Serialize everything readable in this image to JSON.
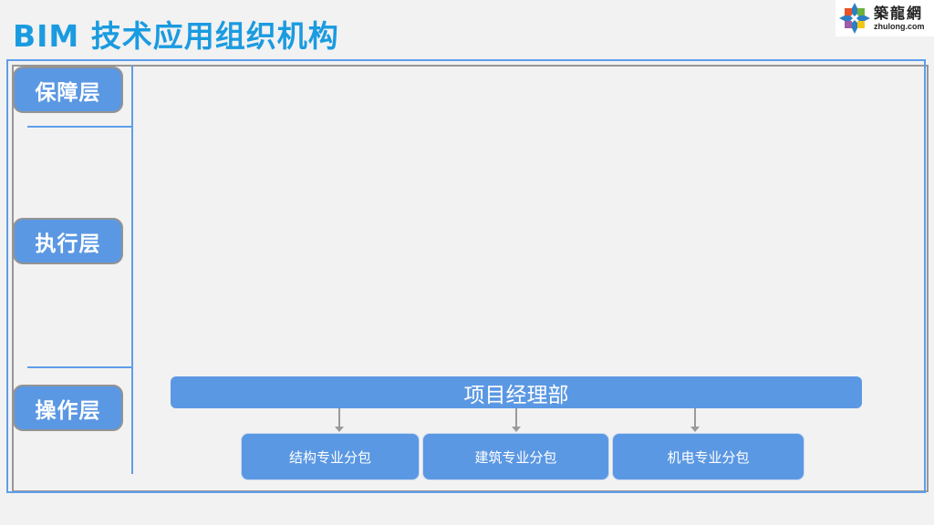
{
  "title": "BIM 技术应用组织机构",
  "logo": {
    "name_cn": "築龍網",
    "name_en": "zhulong.com",
    "colors": [
      "#e8522a",
      "#2d7fc1",
      "#f3c614",
      "#6bb23c",
      "#9b5ea8"
    ]
  },
  "layers": [
    {
      "label": "保障层"
    },
    {
      "label": "执行层"
    },
    {
      "label": "操作层"
    }
  ],
  "org": {
    "root": "项目经理部",
    "children": [
      {
        "label": "结构专业分包"
      },
      {
        "label": "建筑专业分包"
      },
      {
        "label": "机电专业分包"
      }
    ]
  },
  "colors": {
    "title": "#1a9be0",
    "box_fill": "#5b98e3",
    "frame_blue": "#5e9eea",
    "frame_gray": "#979797",
    "arrow": "#9a9a9a",
    "background": "#f2f2f2"
  }
}
